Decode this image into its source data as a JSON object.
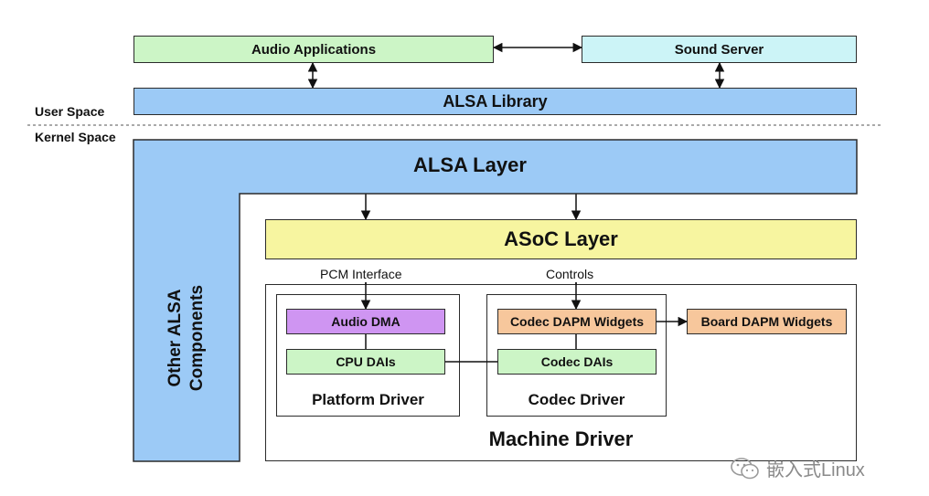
{
  "labels": {
    "audio_applications": "Audio Applications",
    "sound_server": "Sound Server",
    "alsa_library": "ALSA Library",
    "user_space": "User Space",
    "kernel_space": "Kernel Space",
    "alsa_layer": "ALSA Layer",
    "other_alsa_components": "Other ALSA Components",
    "asoc_layer": "ASoC Layer",
    "pcm_interface": "PCM Interface",
    "controls": "Controls",
    "audio_dma": "Audio DMA",
    "cpu_dais": "CPU DAIs",
    "platform_driver": "Platform Driver",
    "codec_dapm_widgets": "Codec DAPM Widgets",
    "codec_dais": "Codec DAIs",
    "codec_driver": "Codec Driver",
    "board_dapm_widgets": "Board DAPM Widgets",
    "machine_driver": "Machine Driver"
  },
  "watermark": "嵌入式Linux",
  "watermark_icon": "wechat-icon",
  "colors": {
    "green": "#ccf5c6",
    "cyan": "#ccf4f7",
    "blue": "#9ccaf6",
    "yellow": "#f7f5a0",
    "purple": "#cf95f2",
    "orange": "#f7c79c",
    "border": "#2b2b2b"
  }
}
